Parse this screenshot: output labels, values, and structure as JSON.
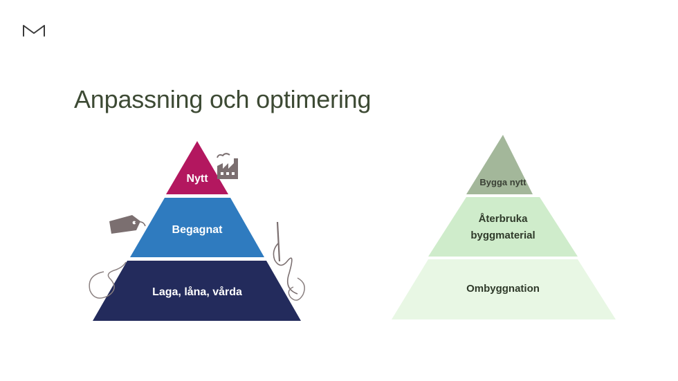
{
  "slide": {
    "title": "Anpassning och optimering"
  },
  "left_pyramid": {
    "levels": [
      {
        "label": "Nytt",
        "color": "#b3175f"
      },
      {
        "label": "Begagnat",
        "color": "#2f7bbf"
      },
      {
        "label": "Laga, låna, vårda",
        "color": "#232b5c"
      }
    ],
    "icons": [
      "factory-icon",
      "price-tag-icon",
      "needle-thread-icon",
      "yarn-icon"
    ]
  },
  "right_pyramid": {
    "levels": [
      {
        "label": "Bygga nytt",
        "color": "#a3b79a"
      },
      {
        "label_line1": "Återbruka",
        "label_line2": "byggmaterial",
        "color": "#cfeccb"
      },
      {
        "label": "Ombyggnation",
        "color": "#e8f7e4"
      }
    ]
  }
}
